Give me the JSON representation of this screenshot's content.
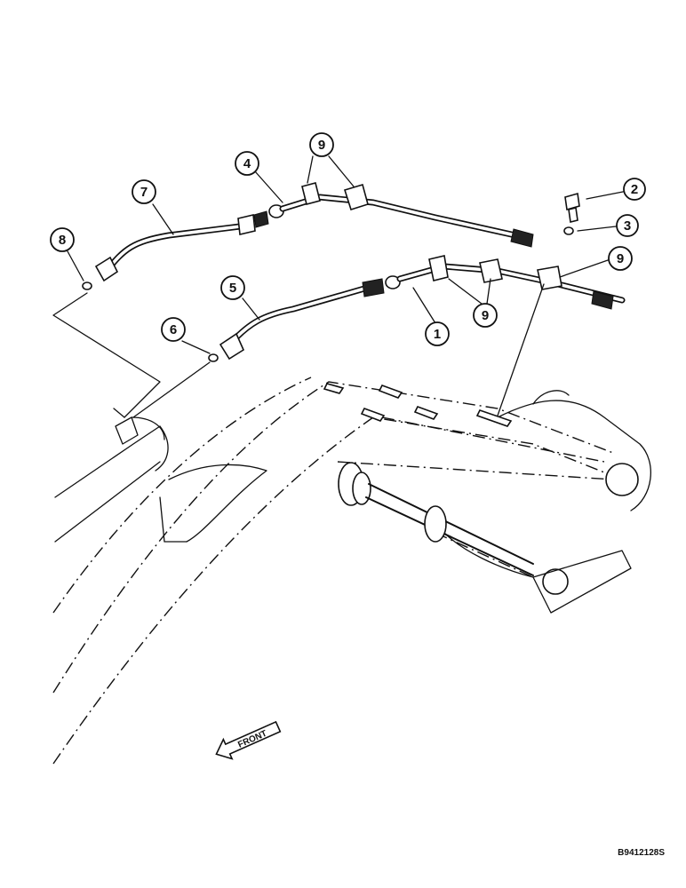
{
  "callouts": {
    "c1": "1",
    "c2": "2",
    "c3": "3",
    "c4": "4",
    "c5": "5",
    "c6": "6",
    "c7": "7",
    "c8": "8",
    "c9a": "9",
    "c9b": "9",
    "c9c": "9"
  },
  "front_label": "FRONT",
  "drawing_code": "B9412128S"
}
